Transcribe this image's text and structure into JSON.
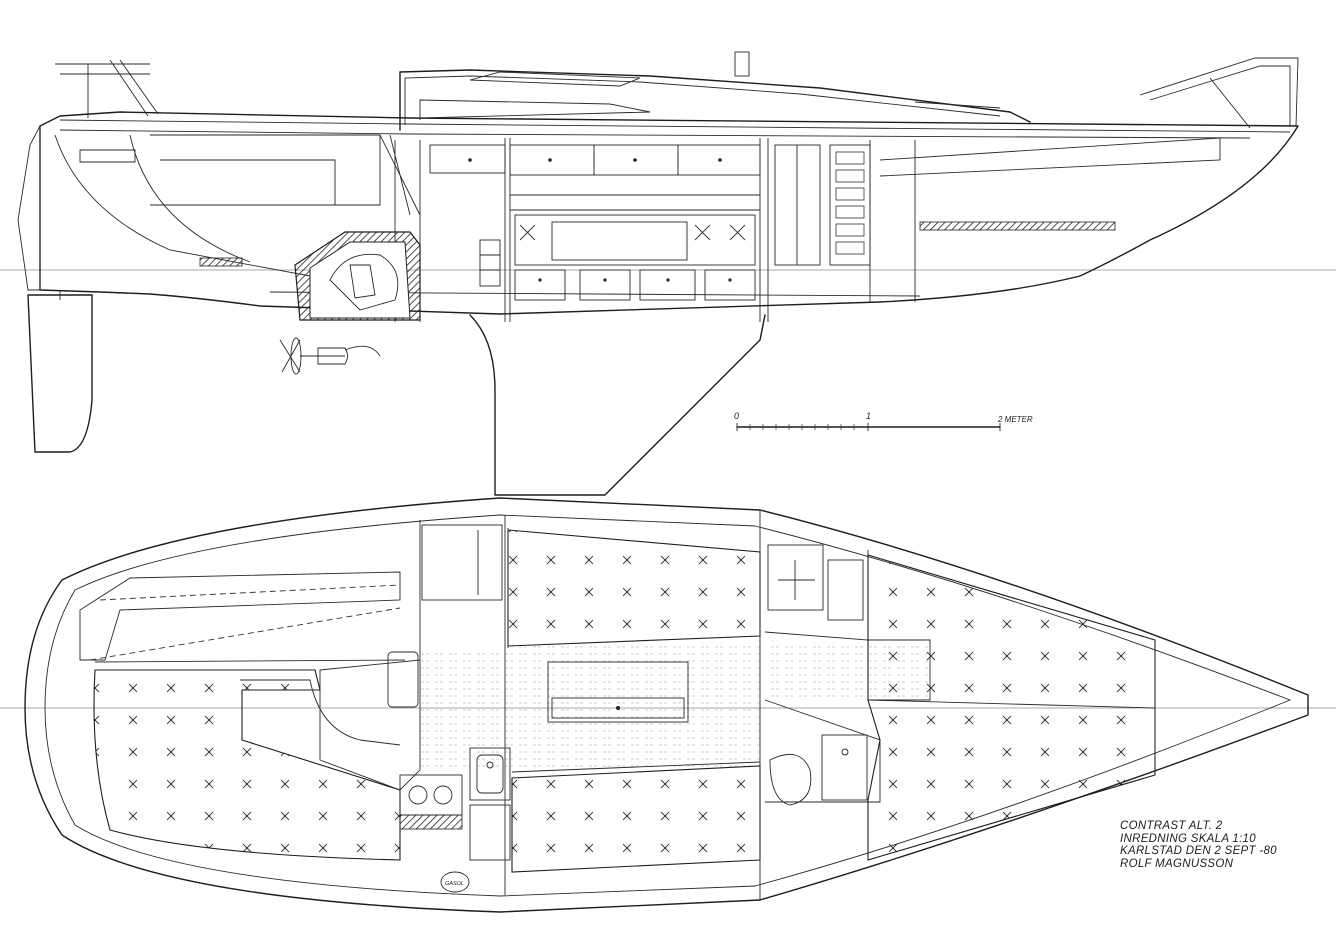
{
  "title_block": {
    "line1": "CONTRAST ALT. 2",
    "line2": "INREDNING SKALA 1:10",
    "line3": "KARLSTAD DEN 2 SEPT -80",
    "line4": "ROLF MAGNUSSON"
  },
  "scale_bar": {
    "label_0": "0",
    "label_1": "1",
    "label_2": "2 METER"
  },
  "stove_label": "GASOL",
  "colors": {
    "ink": "#1d1d1d",
    "paper": "#ffffff"
  }
}
